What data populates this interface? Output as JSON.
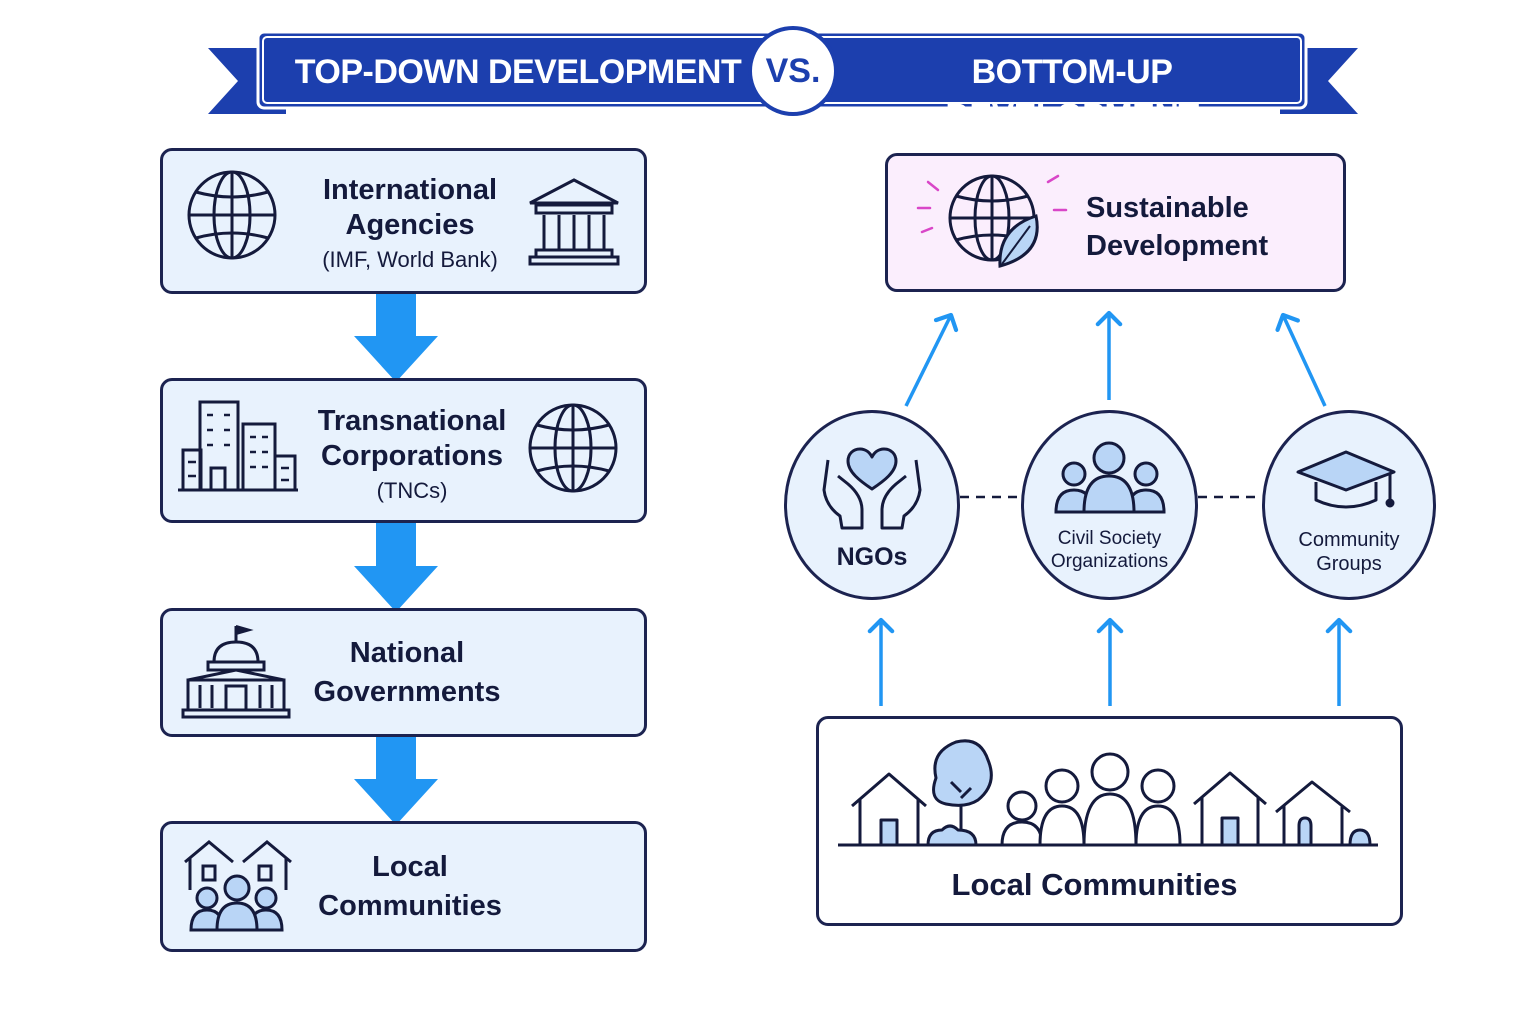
{
  "banner": {
    "left_title": "TOP-DOWN DEVELOPMENT",
    "vs": "VS.",
    "right_title": "BOTTOM-UP DEVELOPMENT"
  },
  "top_down": {
    "international": {
      "line1": "International",
      "line2": "Agencies",
      "sub": "(IMF, World Bank)",
      "icons": [
        "globe-icon",
        "bank-building-icon"
      ]
    },
    "tncs": {
      "line1": "Transnational",
      "line2": "Corporations",
      "sub": "(TNCs)",
      "icons": [
        "city-buildings-icon",
        "globe-icon"
      ]
    },
    "national": {
      "line1": "National",
      "line2": "Governments",
      "icons": [
        "capitol-building-icon"
      ]
    },
    "local": {
      "line1": "Local",
      "line2": "Communities",
      "icons": [
        "houses-and-people-icon"
      ]
    }
  },
  "bottom_up": {
    "sustainable": {
      "line1": "Sustainable",
      "line2": "Development",
      "icons": [
        "globe-leaf-icon"
      ]
    },
    "ngos": {
      "label": "NGOs",
      "icon": "heart-hands-icon"
    },
    "civil": {
      "line1": "Civil Society",
      "line2": "Organizations",
      "icon": "people-group-icon"
    },
    "community": {
      "line1": "Community",
      "line2": "Groups",
      "icon": "graduation-cap-icon"
    },
    "local": {
      "label": "Local Communities",
      "icon": "village-scene-icon"
    }
  },
  "colors": {
    "banner_blue": "#1c3fae",
    "arrow_blue": "#2196f3",
    "outline_navy": "#1c2350",
    "box_fill": "#e8f2fd",
    "pink_fill": "#fbeefd",
    "icon_fill": "#b9d5f6"
  }
}
